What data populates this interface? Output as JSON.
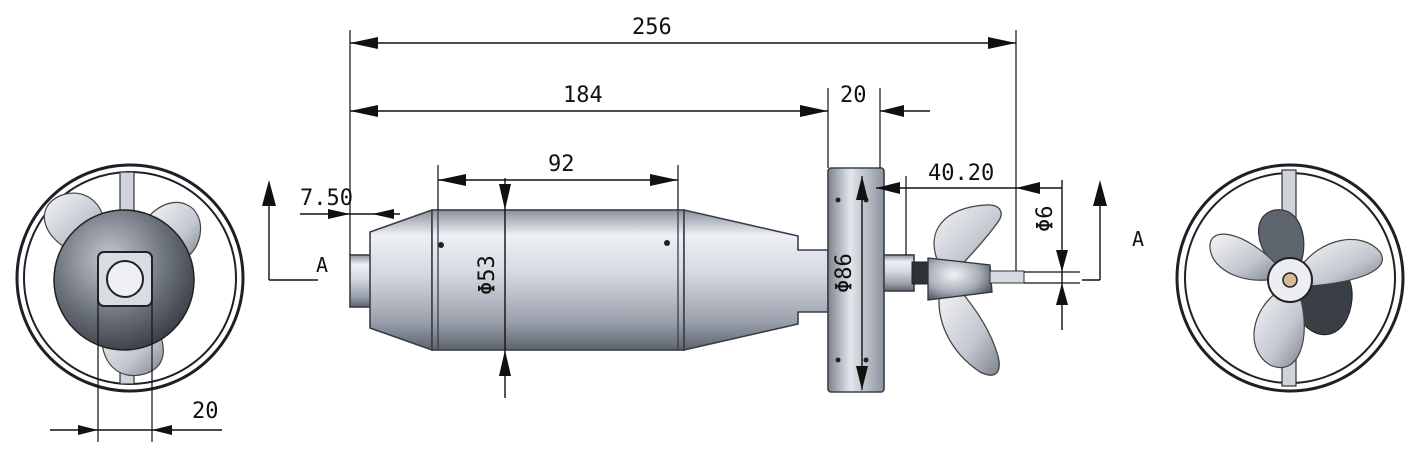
{
  "dimensions": {
    "overall_length": "256",
    "body_length": "184",
    "flange_width": "20",
    "cylinder_length": "92",
    "nose_offset": "7.50",
    "shaft_extension": "40.20",
    "shaft_diameter": "Φ6",
    "body_diameter": "Φ53",
    "flange_diameter": "Φ86",
    "end_view_width": "20"
  },
  "section_labels": {
    "left": "A",
    "right": "A"
  },
  "colors": {
    "line": "#111111",
    "body_light": "#e6e9f0",
    "body_dark": "#6f7580",
    "propeller": "#c9ccd4"
  }
}
